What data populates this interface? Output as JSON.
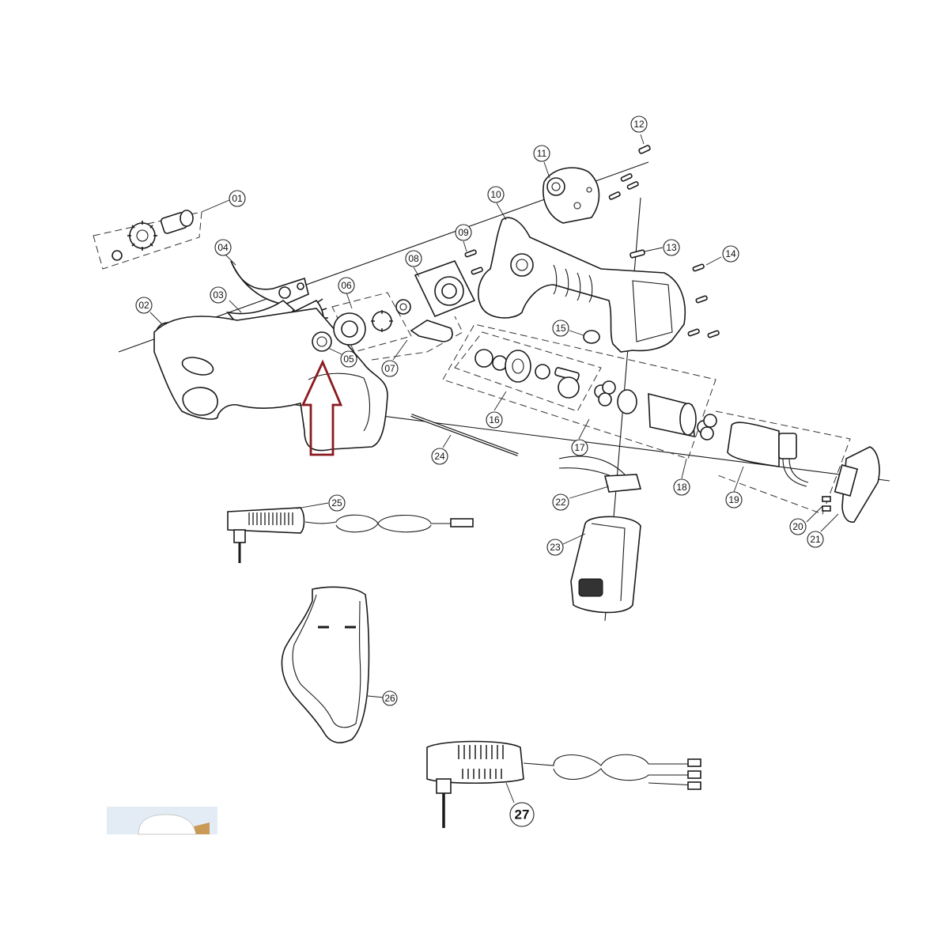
{
  "diagram": {
    "highlight_color": "#8b1a1f",
    "callouts": [
      {
        "id": "01",
        "label": "01"
      },
      {
        "id": "02",
        "label": "02"
      },
      {
        "id": "03",
        "label": "03"
      },
      {
        "id": "04",
        "label": "04"
      },
      {
        "id": "05",
        "label": "05"
      },
      {
        "id": "06",
        "label": "06"
      },
      {
        "id": "07",
        "label": "07"
      },
      {
        "id": "08",
        "label": "08"
      },
      {
        "id": "09",
        "label": "09"
      },
      {
        "id": "10",
        "label": "10"
      },
      {
        "id": "11",
        "label": "11"
      },
      {
        "id": "12",
        "label": "12"
      },
      {
        "id": "13",
        "label": "13"
      },
      {
        "id": "14",
        "label": "14"
      },
      {
        "id": "15",
        "label": "15"
      },
      {
        "id": "16",
        "label": "16"
      },
      {
        "id": "17",
        "label": "17"
      },
      {
        "id": "18",
        "label": "18"
      },
      {
        "id": "19",
        "label": "19"
      },
      {
        "id": "20",
        "label": "20"
      },
      {
        "id": "21",
        "label": "21"
      },
      {
        "id": "22",
        "label": "22"
      },
      {
        "id": "23",
        "label": "23"
      },
      {
        "id": "24",
        "label": "24"
      },
      {
        "id": "25",
        "label": "25"
      },
      {
        "id": "26",
        "label": "26"
      },
      {
        "id": "27",
        "label": "27"
      }
    ]
  }
}
